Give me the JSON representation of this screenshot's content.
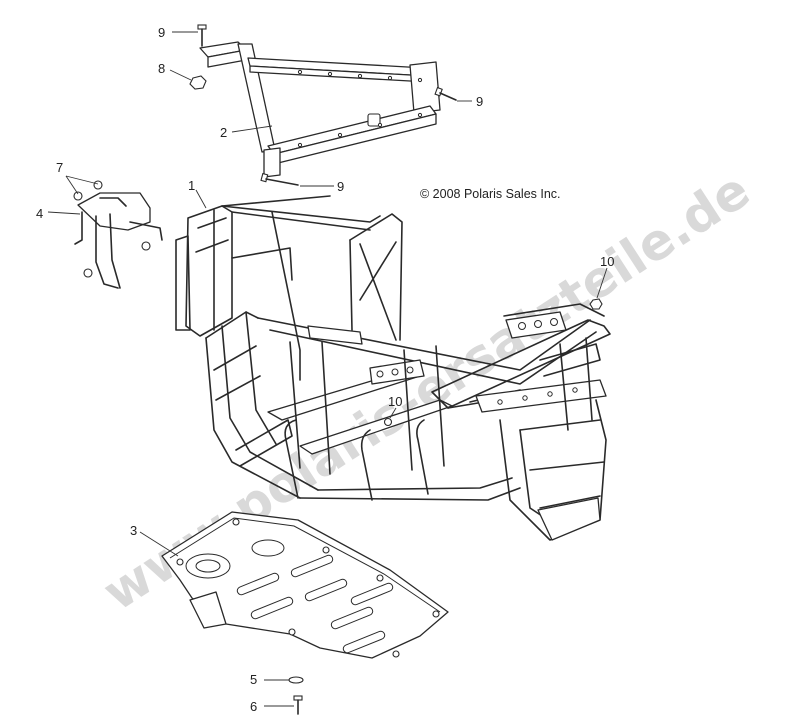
{
  "copyright": "© 2008 Polaris Sales Inc.",
  "watermark": "www.polaris-ersatzteile.de",
  "callouts": [
    {
      "id": "lbl-9a",
      "text": "9"
    },
    {
      "id": "lbl-8",
      "text": "8"
    },
    {
      "id": "lbl-9b",
      "text": "9"
    },
    {
      "id": "lbl-2",
      "text": "2"
    },
    {
      "id": "lbl-9c",
      "text": "9"
    },
    {
      "id": "lbl-7",
      "text": "7"
    },
    {
      "id": "lbl-1",
      "text": "1"
    },
    {
      "id": "lbl-4",
      "text": "4"
    },
    {
      "id": "lbl-10a",
      "text": "10"
    },
    {
      "id": "lbl-10b",
      "text": "10"
    },
    {
      "id": "lbl-3",
      "text": "3"
    },
    {
      "id": "lbl-5",
      "text": "5"
    },
    {
      "id": "lbl-6",
      "text": "6"
    }
  ]
}
